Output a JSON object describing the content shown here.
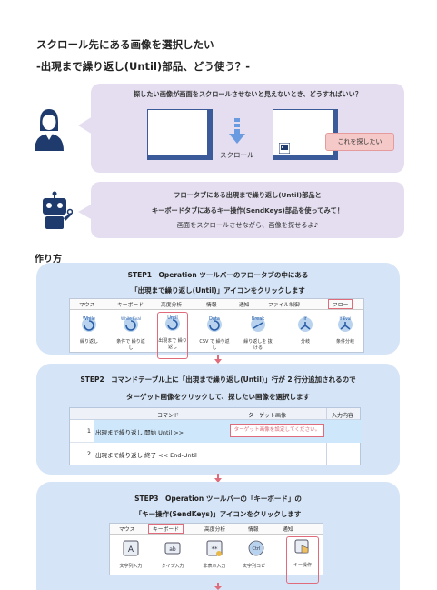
{
  "title": {
    "line1": "スクロール先にある画像を選択したい",
    "line2": "-出現まで繰り返し(Until)部品、どう使う？-"
  },
  "bubble1": {
    "question": "探したい画像が画面をスクロールさせないと見えないとき、どうすればいい？",
    "scroll_label": "スクロール",
    "target_label": "これを探したい"
  },
  "bubble2": {
    "line1": "フロータブにある出現まで繰り返し(Until)部品と",
    "line2": "キーボードタブにあるキー操作(SendKeys)部品を使ってみて！",
    "line3": "画面をスクロールさせながら、画像を探せるよ♪"
  },
  "section_title": "作り方",
  "step1": {
    "line1": "STEP1　Operation ツールバーのフロータブの中にある",
    "line2": "「出現まで繰り返し(Until)」アイコンをクリックします",
    "tabs": [
      "マウス",
      "キーボード",
      "高度分析",
      "情報",
      "通知",
      "ファイル制御",
      "フロー"
    ],
    "tools": [
      {
        "icon_text": "While",
        "label": "繰り返し"
      },
      {
        "icon_text": "While Eval",
        "label": "条件で 繰り返し"
      },
      {
        "icon_text": "Until",
        "label": "出現まで 繰り返し"
      },
      {
        "icon_text": "Data",
        "label": "CSV で 繰り返し"
      },
      {
        "icon_text": "Break",
        "label": "繰り返しを 抜ける"
      },
      {
        "icon_text": "If",
        "label": "分岐"
      },
      {
        "icon_text": "If Eval",
        "label": "条件分岐"
      }
    ]
  },
  "step2": {
    "line1": "STEP2　コマンドテーブル上に「出現まで繰り返し(Until)」行が 2 行分追加されるので",
    "line2": "ターゲット画像をクリックして、探したい画像を選択します",
    "headers": [
      "コマンド",
      "ターゲット画像",
      "入力内容"
    ],
    "rows": [
      {
        "num": "1",
        "command": "出現まで繰り返し 開始 Until >>",
        "target": "ターゲット画像を設定してください。"
      },
      {
        "num": "2",
        "command": "出現まで繰り返し 終了 << End-Until",
        "target": ""
      }
    ]
  },
  "step3": {
    "line1": "STEP3　Operation ツールバーの「キーボード」の",
    "line2": "「キー操作(SendKeys)」アイコンをクリックします",
    "tabs": [
      "マウス",
      "キーボード",
      "高度分析",
      "情報",
      "通知"
    ],
    "tools": [
      {
        "icon_text": "A",
        "label": "文字列入力"
      },
      {
        "icon_text": "ab",
        "label": "タイプ入力"
      },
      {
        "icon_text": "**",
        "label": "非表示入力"
      },
      {
        "icon_text": "Ctrl",
        "label": "文字列コピー"
      },
      {
        "icon_text": "",
        "label": "キー操作"
      }
    ]
  },
  "colors": {
    "bubble": "#e4def0",
    "card": "#d6e4f7",
    "accent": "#e06b7a",
    "window": "#3a5a9a"
  }
}
